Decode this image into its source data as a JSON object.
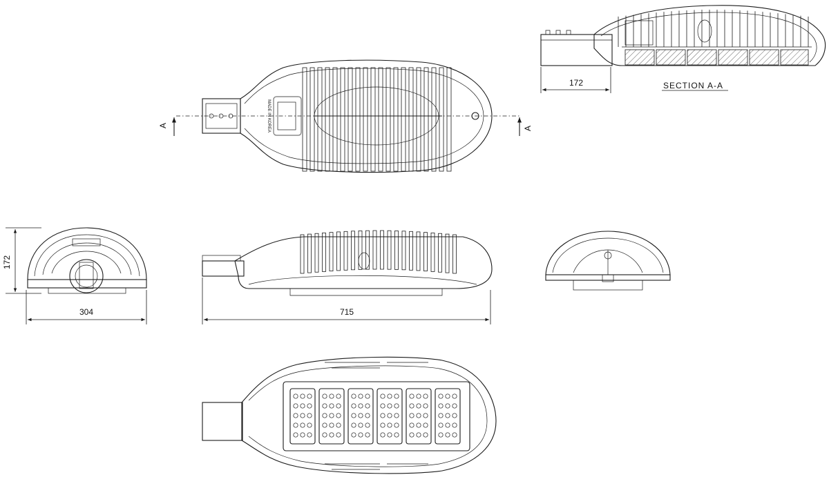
{
  "labels": {
    "section_marker": "A",
    "section_title": "SECTION A-A",
    "engraving": "MADE IN KOREA"
  },
  "dimensions": {
    "section_height": "172",
    "side_height": "172",
    "front_width": "304",
    "side_length": "715"
  }
}
